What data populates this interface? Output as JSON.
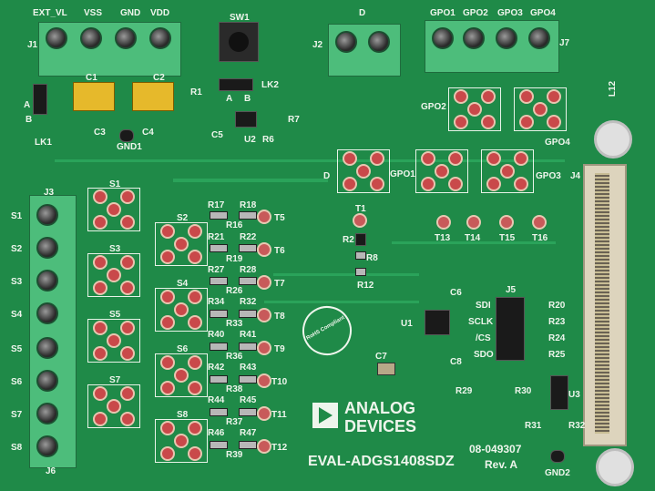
{
  "title": "EVAL-ADGS1408SDZ",
  "brand": {
    "line1": "ANALOG",
    "line2": "DEVICES"
  },
  "part_number": "08-049307",
  "revision": "Rev. A",
  "colors": {
    "pcb": "#1f8a48",
    "terminal": "#4dbd7b",
    "silkscreen": "#eef5ec",
    "pad": "#c9494a",
    "capacitor": "#e6b92b"
  },
  "connectors": {
    "j1": {
      "label": "J1",
      "pins": [
        "EXT_VL",
        "VSS",
        "GND",
        "VDD"
      ]
    },
    "j2": {
      "label": "J2",
      "pins": [
        "D"
      ]
    },
    "j7": {
      "label": "J7",
      "pins": [
        "GPO1",
        "GPO2",
        "GPO3",
        "GPO4"
      ]
    },
    "j3": {
      "label": "J3",
      "pins": [
        "S1",
        "S2",
        "S3",
        "S4",
        "S5",
        "S6",
        "S7",
        "S8"
      ]
    },
    "j4": {
      "label": "J4"
    },
    "j5": {
      "label": "J5",
      "pins": [
        "SDI",
        "SCLK",
        "/CS",
        "SDO"
      ]
    },
    "j6": {
      "label": "J6"
    }
  },
  "switch": {
    "label": "SW1",
    "a": "A",
    "b": "B"
  },
  "jumpers": {
    "lk1": "LK1",
    "lk2": "LK2",
    "a": "A",
    "b": "B"
  },
  "caps": [
    "C1",
    "C2",
    "C3",
    "C4",
    "C5",
    "C6",
    "C7",
    "C8"
  ],
  "ics": {
    "u1": "U1",
    "u2": "U2",
    "u3": "U3"
  },
  "gnd": {
    "gnd1": "GND1",
    "gnd2": "GND2"
  },
  "grid_labels": [
    "S1",
    "S2",
    "S3",
    "S4",
    "S5",
    "S6",
    "S7",
    "S8",
    "D",
    "GPO1",
    "GPO2",
    "GPO3",
    "GPO4"
  ],
  "test_points": [
    "T1",
    "T5",
    "T6",
    "T7",
    "T8",
    "T9",
    "T10",
    "T11",
    "T12",
    "T13",
    "T14",
    "T15",
    "T16"
  ],
  "resistors": {
    "left_col": [
      "R17",
      "R21",
      "R27",
      "R34",
      "R40",
      "R42",
      "R44",
      "R46"
    ],
    "right_col": [
      "R18",
      "R22",
      "R28",
      "R32",
      "R41",
      "R43",
      "R45",
      "R47"
    ],
    "mid_col": [
      "R16",
      "R19",
      "R26",
      "R33",
      "R36",
      "R38",
      "R37",
      "R39"
    ],
    "misc": [
      "R1",
      "R2",
      "R6",
      "R7",
      "R8",
      "R12",
      "R20",
      "R23",
      "R24",
      "R25",
      "R29",
      "R30",
      "R31",
      "R32"
    ]
  },
  "marks": {
    "rohs": "RoHS Compliant",
    "l12": "L12"
  }
}
